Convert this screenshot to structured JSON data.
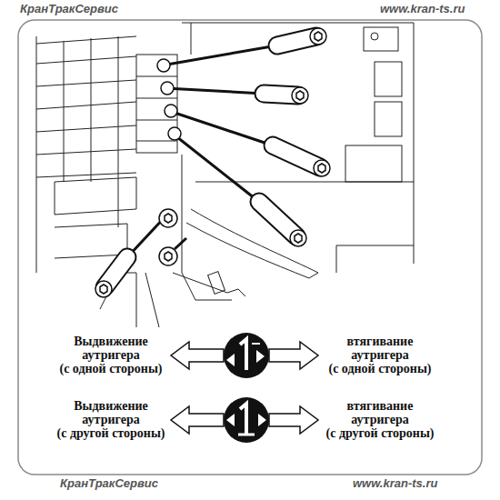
{
  "diagram": {
    "labels": [
      "КранТракСервис",
      "www.kran-ts.ru",
      "Выдвижение аутригера (с одной стороны)",
      "втягивание аутригера (с одной стороны)",
      "Выдвижение аутригера (с другой стороны)",
      "втягивание аутригера (с другой стороны)",
      "КранТракСервис",
      "www.kran-ts.ru"
    ]
  }
}
